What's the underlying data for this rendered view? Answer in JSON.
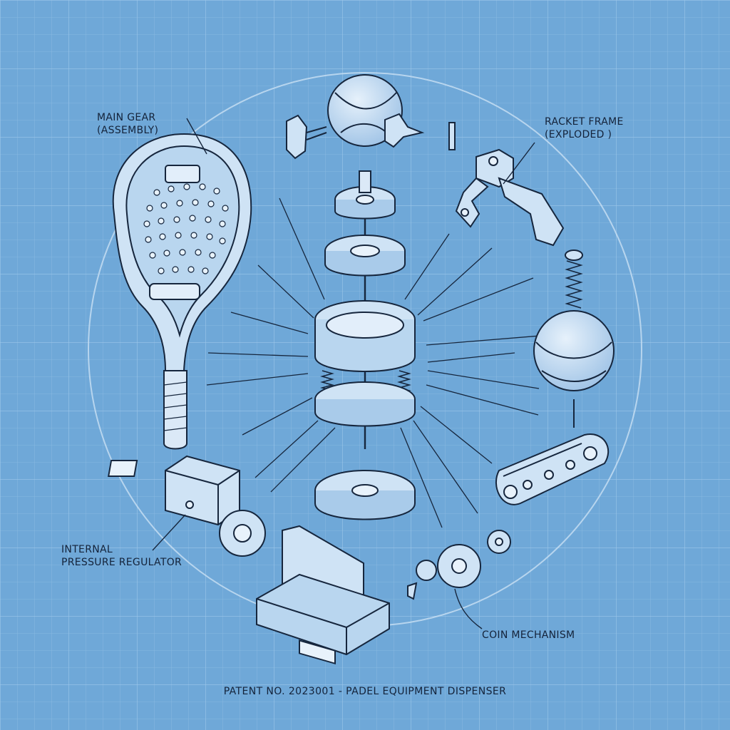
{
  "labels": {
    "main_gear_line1": "MAIN GEAR",
    "main_gear_line2": "(ASSEMBLY)",
    "racket_frame_line1": "RACKET FRAME",
    "racket_frame_line2": "(EXPLODED )",
    "pressure_line1": "INTERNAL",
    "pressure_line2": "PRESSURE REGULATOR",
    "coin": "COIN MECHANISM"
  },
  "caption": "PATENT NO. 2023001 - PADEL EQUIPMENT DISPENSER",
  "colors": {
    "background": "#6fa8d8",
    "grid": "#8ebde4",
    "line": "#16263d",
    "part_fill": "#cfe3f5",
    "part_shade": "#a9cbea"
  }
}
